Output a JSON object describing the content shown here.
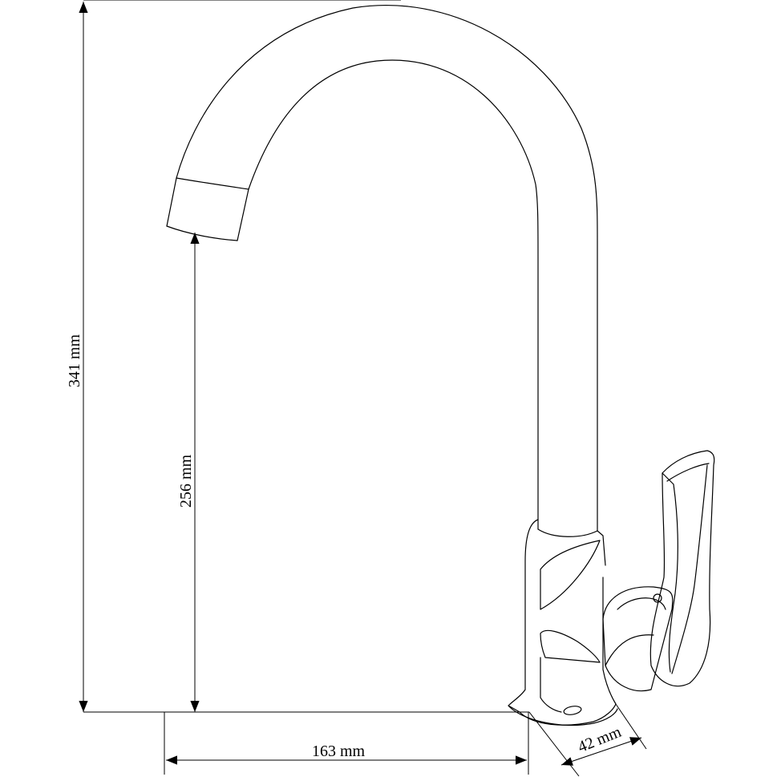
{
  "dimensions": {
    "total_height": "341 mm",
    "spout_height": "256 mm",
    "spout_reach": "163 mm",
    "base_diameter": "42 mm"
  }
}
